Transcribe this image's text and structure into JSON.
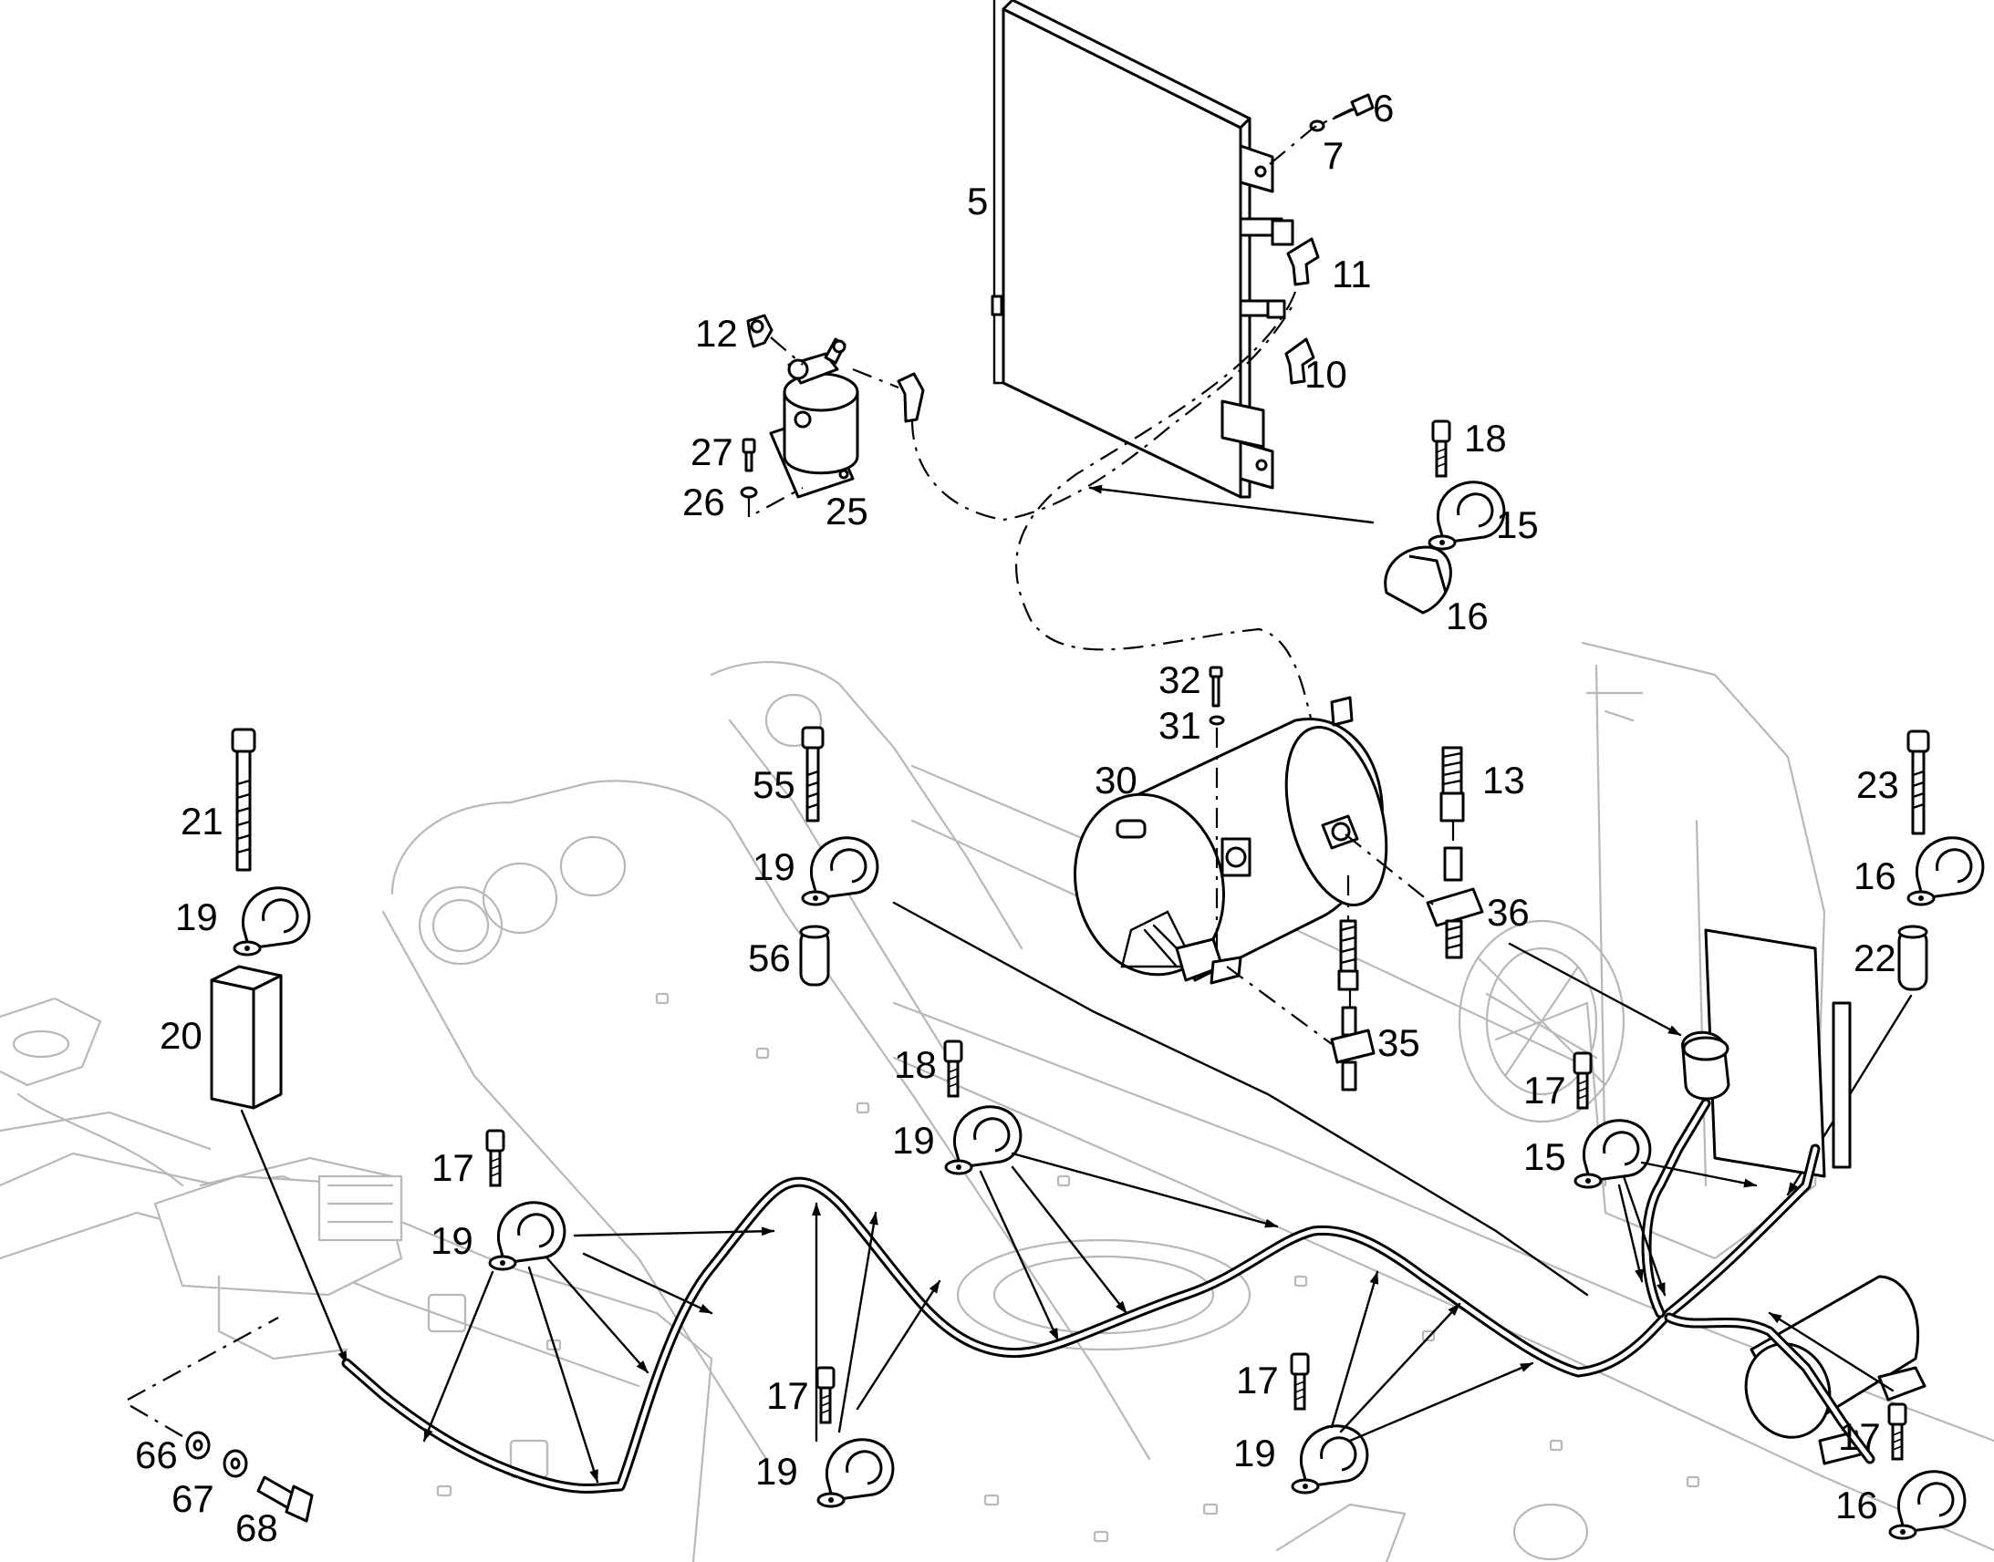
{
  "labels": {
    "l5": "5",
    "l6": "6",
    "l7": "7",
    "l10": "10",
    "l11": "11",
    "l12": "12",
    "l13": "13",
    "l15a": "15",
    "l15b": "15",
    "l16a": "16",
    "l16b": "16",
    "l16c": "16",
    "l17a": "17",
    "l17b": "17",
    "l17c": "17",
    "l17d": "17",
    "l17e": "17",
    "l18a": "18",
    "l18b": "18",
    "l19a": "19",
    "l19b": "19",
    "l19c": "19",
    "l19d": "19",
    "l19e": "19",
    "l19f": "19",
    "l20": "20",
    "l21": "21",
    "l22": "22",
    "l23": "23",
    "l25": "25",
    "l26": "26",
    "l27": "27",
    "l30": "30",
    "l31": "31",
    "l32": "32",
    "l35": "35",
    "l36": "36",
    "l55": "55",
    "l56": "56",
    "l66": "66",
    "l67": "67",
    "l68": "68"
  }
}
